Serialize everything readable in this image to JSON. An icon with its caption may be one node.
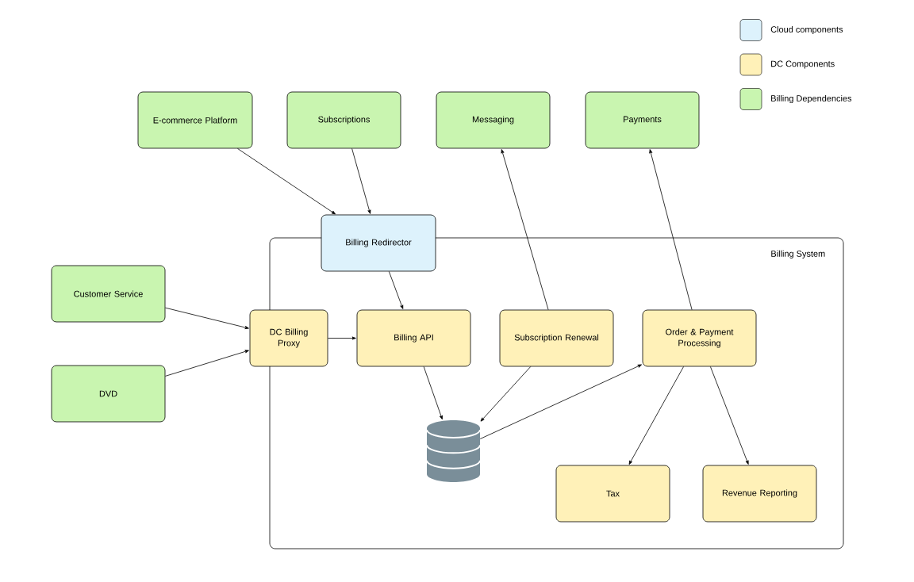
{
  "diagram": {
    "nodes": [
      {
        "text": [
          "E-commerce Platform"
        ]
      },
      {
        "text": [
          "Subscriptions"
        ]
      },
      {
        "text": [
          "Messaging"
        ]
      },
      {
        "text": [
          "Payments"
        ]
      },
      {
        "text": [
          "Billing System"
        ]
      },
      {
        "text": [
          "Billing Redirector"
        ]
      },
      {
        "text": [
          "Customer Service"
        ]
      },
      {
        "text": [
          "DC Billing Proxy"
        ]
      },
      {
        "text": [
          "Billing API"
        ],
        "in": 4
      },
      {
        "text": [
          "Subscription Renewal"
        ],
        "in": 4
      },
      {
        "text": [
          "Order & Payment Processing"
        ],
        "in": 4
      },
      {
        "text": [
          "DVD"
        ]
      },
      {
        "text": [],
        "shape": "cylinder",
        "in": 4
      },
      {
        "text": [
          "Tax"
        ],
        "in": 4
      },
      {
        "text": [
          "Revenue Reporting"
        ],
        "in": 4
      }
    ],
    "edges": [
      {
        "from": 0,
        "to": 5,
        "arrow": "to"
      },
      {
        "from": 1,
        "to": 5,
        "arrow": "to"
      },
      {
        "from": 9,
        "to": 2,
        "arrow": "to"
      },
      {
        "from": 10,
        "to": 3,
        "arrow": "to"
      },
      {
        "from": 5,
        "to": 8,
        "arrow": "to"
      },
      {
        "from": 6,
        "to": 7,
        "arrow": "to"
      },
      {
        "from": 11,
        "to": 7,
        "arrow": "to"
      },
      {
        "from": 7,
        "to": 8,
        "arrow": "to"
      },
      {
        "from": 8,
        "to": 12,
        "arrow": "to"
      },
      {
        "from": 9,
        "to": 12,
        "arrow": "to"
      },
      {
        "from": 12,
        "to": 10,
        "arrow": "to"
      },
      {
        "from": 10,
        "to": 13,
        "arrow": "to"
      },
      {
        "from": 10,
        "to": 14,
        "arrow": "to"
      }
    ],
    "legend": [
      {
        "text": "Cloud components",
        "color": "#ddf2fc"
      },
      {
        "text": "DC Components",
        "color": "#fff1b8"
      },
      {
        "text": "Billing Dependencies",
        "color": "#c9f5b0"
      }
    ]
  }
}
